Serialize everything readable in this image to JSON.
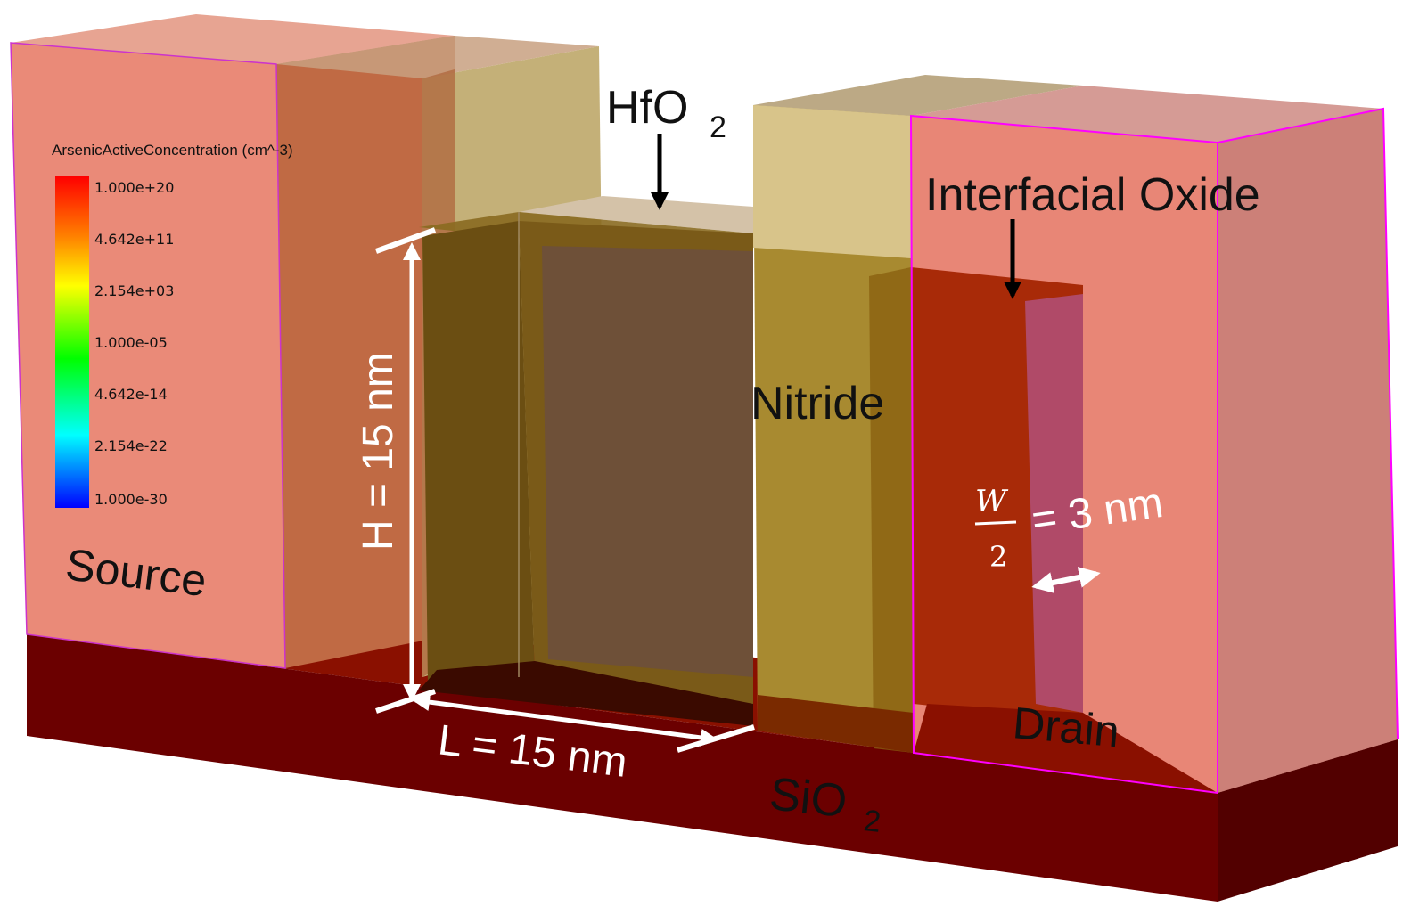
{
  "colorbar": {
    "title": "ArsenicActiveConcentration (cm^-3)",
    "ticks": [
      "1.000e+20",
      "4.642e+11",
      "2.154e+03",
      "1.000e-05",
      "4.642e-14",
      "2.154e-22",
      "1.000e-30"
    ],
    "gradient": [
      "#ff0000",
      "#ff8000",
      "#ffff00",
      "#00ff00",
      "#00ffff",
      "#0000ff"
    ]
  },
  "labels": {
    "source": "Source",
    "drain": "Drain",
    "nitride": "Nitride",
    "hfo2_base": "HfO",
    "hfo2_sub": "2",
    "sio2_base": "SiO",
    "sio2_sub": "2",
    "interfacial_oxide": "Interfacial Oxide",
    "height": "H = 15 nm",
    "length": "L = 15 nm",
    "width_num": "W",
    "width_den": "2",
    "width_value": "= 3 nm"
  },
  "colors": {
    "substrate": "#6b0000",
    "source_drain": "#e8806c",
    "nitride": "#c8b060",
    "gate": "#6b5030",
    "edge_highlight": "#ff00ff"
  }
}
